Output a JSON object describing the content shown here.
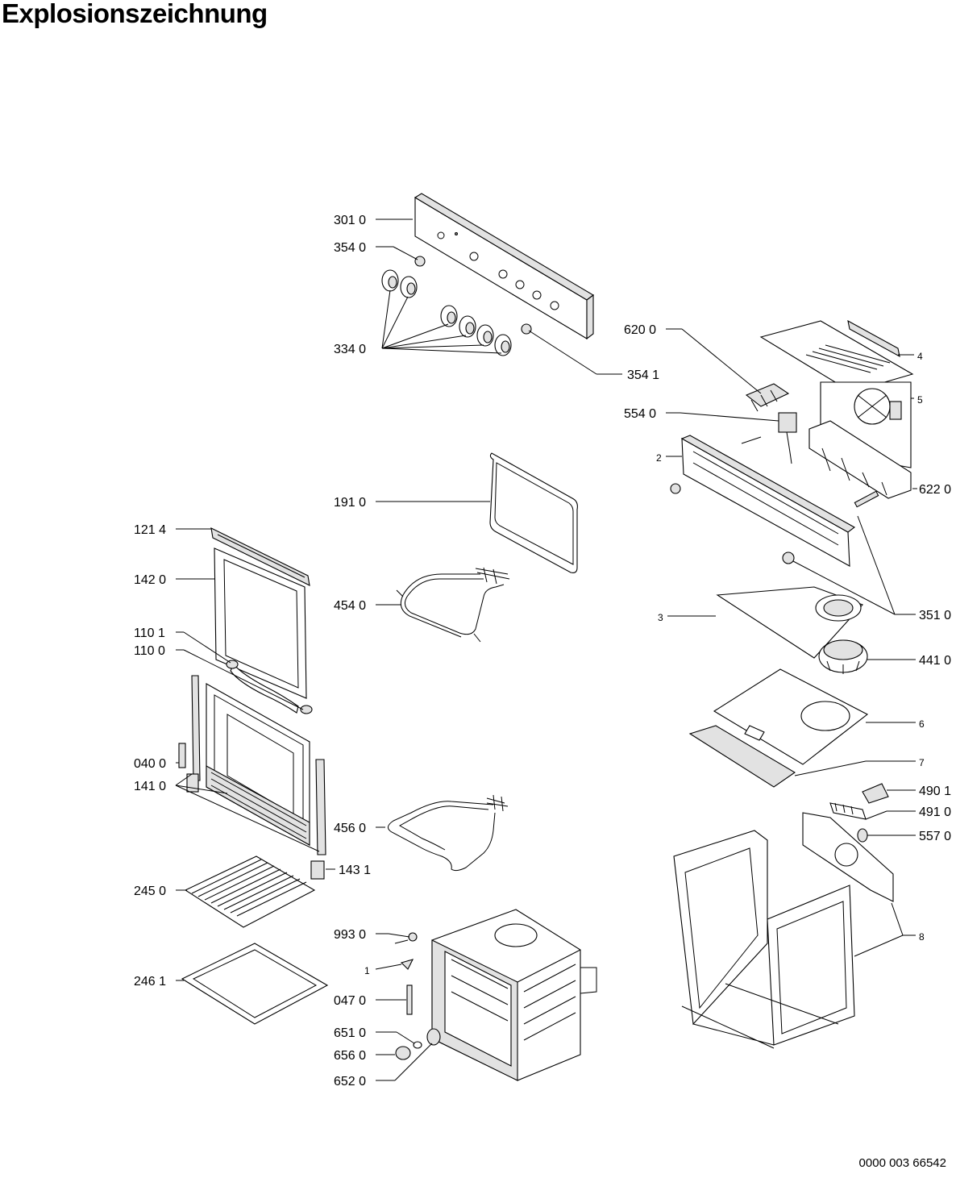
{
  "title": "Explosionszeichnung",
  "document_number": "0000 003 66542",
  "labels": {
    "p301_0": "301 0",
    "p354_0": "354 0",
    "p334_0": "334 0",
    "p354_1": "354 1",
    "p620_0": "620 0",
    "p4": "4",
    "p5": "5",
    "p554_0": "554 0",
    "p2": "2",
    "p622_0": "622 0",
    "p191_0": "191 0",
    "p121_4": "121 4",
    "p142_0": "142 0",
    "p454_0": "454 0",
    "p351_0": "351 0",
    "p3": "3",
    "p110_1": "110 1",
    "p110_0": "110 0",
    "p441_0": "441 0",
    "p6": "6",
    "p040_0": "040 0",
    "p7": "7",
    "p141_0": "141 0",
    "p490_1": "490 1",
    "p491_0": "491 0",
    "p456_0": "456 0",
    "p557_0": "557 0",
    "p143_1": "143 1",
    "p245_0": "245 0",
    "p993_0": "993 0",
    "p8": "8",
    "p1": "1",
    "p246_1": "246 1",
    "p047_0": "047 0",
    "p651_0": "651 0",
    "p656_0": "656 0",
    "p652_0": "652 0"
  }
}
